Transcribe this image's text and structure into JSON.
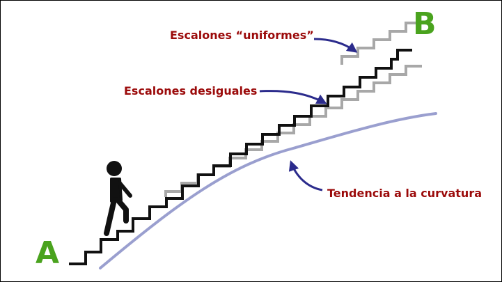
{
  "labels": {
    "start": "A",
    "end": "B",
    "uniform_steps": "Escalones “uniformes”",
    "unequal_steps": "Escalones desiguales",
    "curvature_trend": "Tendencia a la curvatura"
  },
  "colors": {
    "endpoint_label": "#4aa31e",
    "annotation_text": "#9b0a0a",
    "arrow": "#2b2b8c",
    "uniform_stairs": "#a8a8a8",
    "unequal_stairs": "#111111",
    "trend_curve": "#9a9fcf",
    "person": "#111111"
  },
  "icons": {
    "person": "person-climbing-icon"
  }
}
